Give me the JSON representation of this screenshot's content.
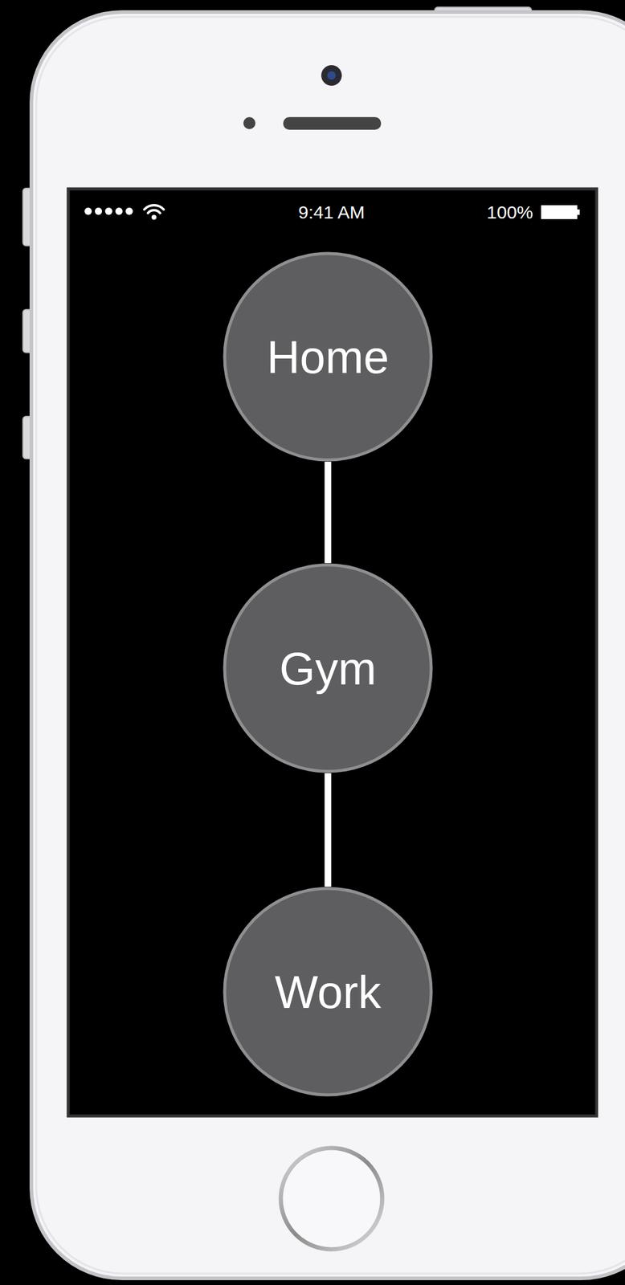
{
  "diagram": {
    "nodes": [
      {
        "text": [
          "Home"
        ]
      },
      {
        "text": [
          "Gym"
        ]
      },
      {
        "text": [
          "Work"
        ]
      }
    ],
    "edges": [
      {
        "from": 0,
        "to": 1,
        "arrow": "none"
      },
      {
        "from": 1,
        "to": 2,
        "arrow": "none"
      }
    ],
    "labels": [
      "9:41 AM",
      "100%"
    ]
  }
}
